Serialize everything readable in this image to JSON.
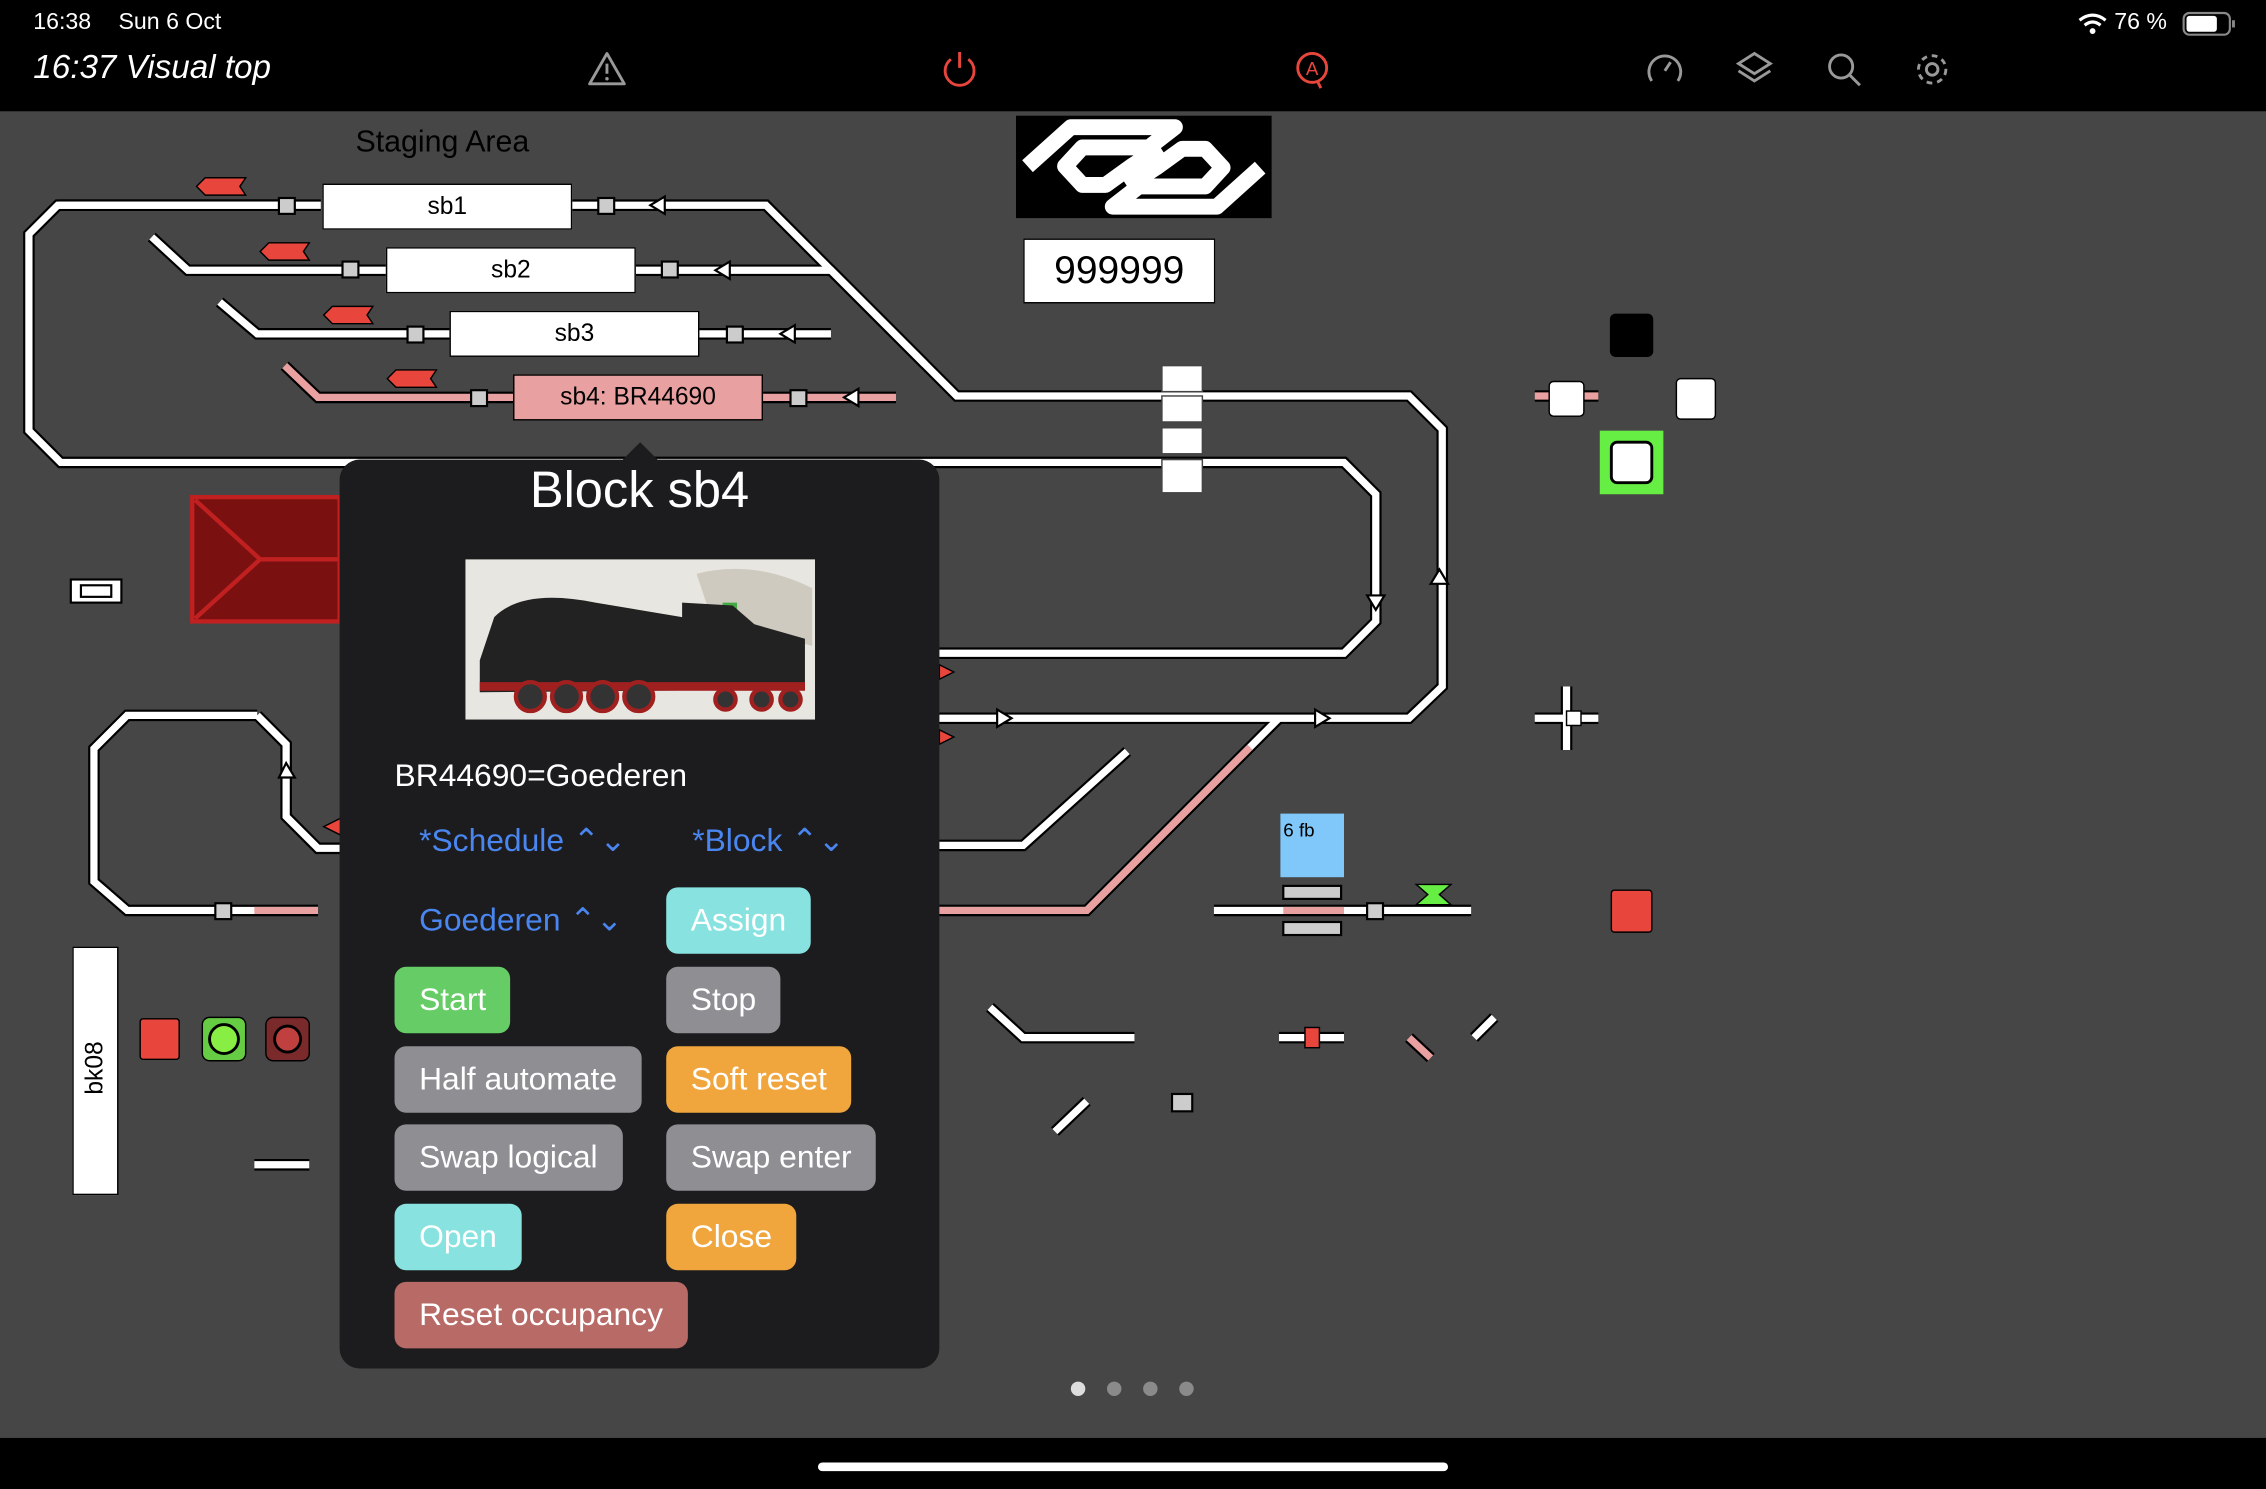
{
  "status_bar": {
    "time": "16:38",
    "date": "Sun 6 Oct",
    "battery": "76 %",
    "battery_level": 0.76
  },
  "header": {
    "title": "16:37 Visual top",
    "icons": [
      "warning-icon",
      "power-icon",
      "auto-icon",
      "speedometer-icon",
      "layers-icon",
      "search-icon",
      "gear-icon"
    ]
  },
  "colors": {
    "accent_red": "#e8463c",
    "link_blue": "#4a86f0",
    "popup_bg": "#1c1c1e",
    "occupied": "#e8a0a0"
  },
  "layout": {
    "staging_label": "Staging Area",
    "blocks": [
      "sb1",
      "sb2",
      "sb3",
      "sb4: BR44690"
    ],
    "counter": "999999",
    "feedback_label": "6 fb",
    "side_block": "bk08"
  },
  "popup": {
    "title": "Block sb4",
    "loco": "BR44690=Goederen",
    "schedule_select": "*Schedule",
    "block_select": "*Block",
    "train_select": "Goederen",
    "buttons": {
      "assign": "Assign",
      "start": "Start",
      "stop": "Stop",
      "half_automate": "Half automate",
      "soft_reset": "Soft reset",
      "swap_logical": "Swap logical",
      "swap_enter": "Swap enter",
      "open": "Open",
      "close": "Close",
      "reset_occupancy": "Reset occupancy"
    }
  },
  "pager": {
    "pages": 4,
    "current": 1
  }
}
